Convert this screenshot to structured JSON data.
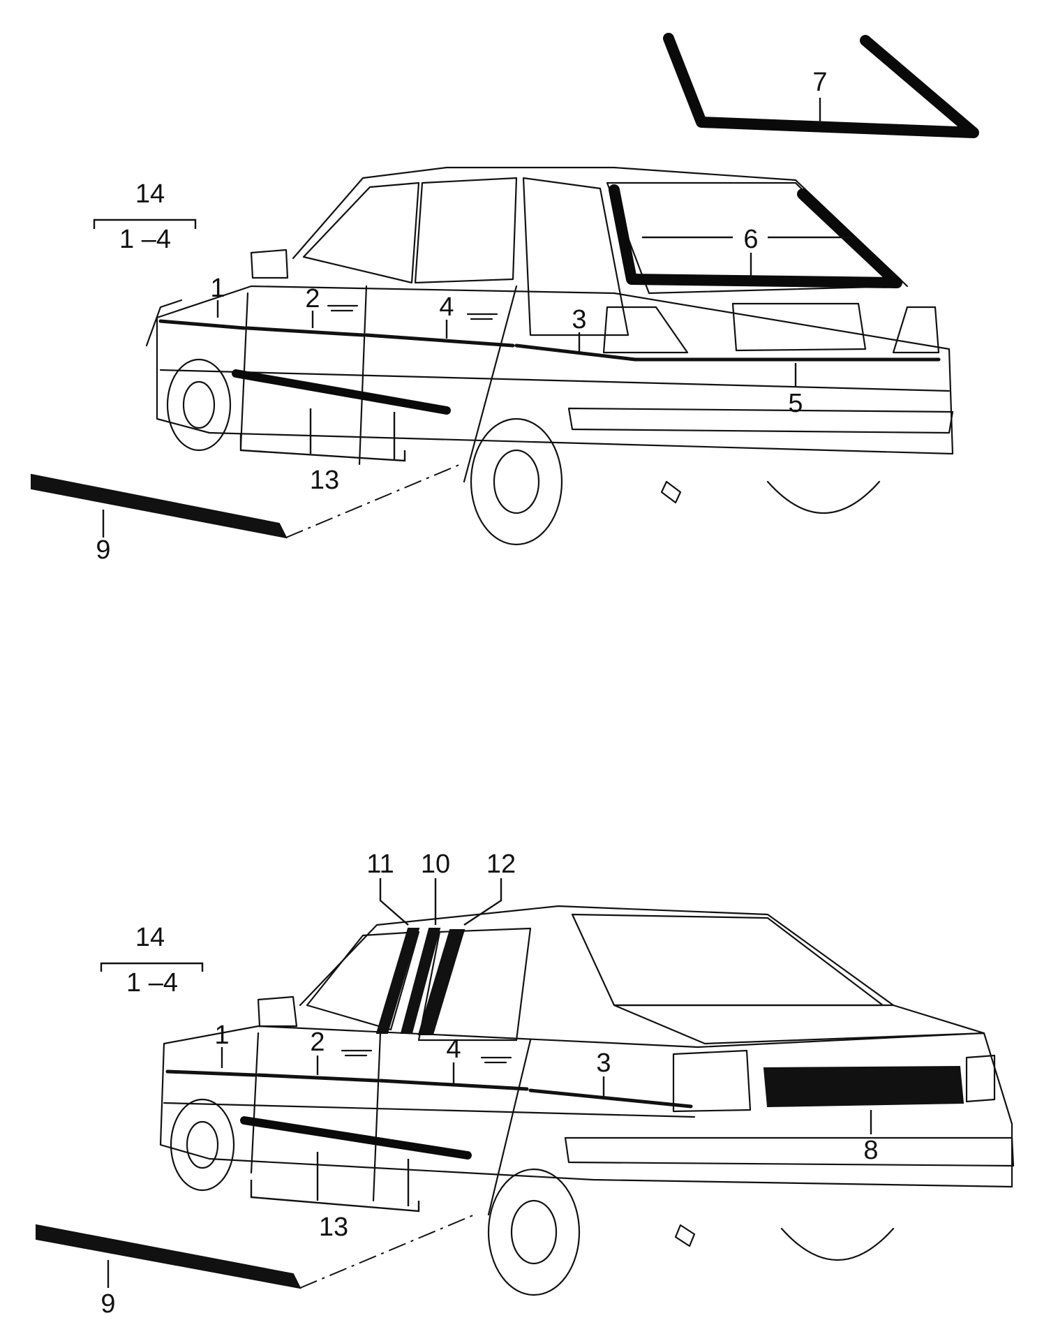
{
  "upper_diagram": {
    "group_label": {
      "number": "14",
      "range": "1 –4"
    },
    "callouts": [
      "1",
      "2",
      "4",
      "3",
      "5",
      "6",
      "7",
      "9",
      "13"
    ]
  },
  "lower_diagram": {
    "group_label": {
      "number": "14",
      "range": "1 –4"
    },
    "callouts": [
      "11",
      "10",
      "12",
      "1",
      "2",
      "4",
      "3",
      "8",
      "9",
      "13"
    ]
  }
}
